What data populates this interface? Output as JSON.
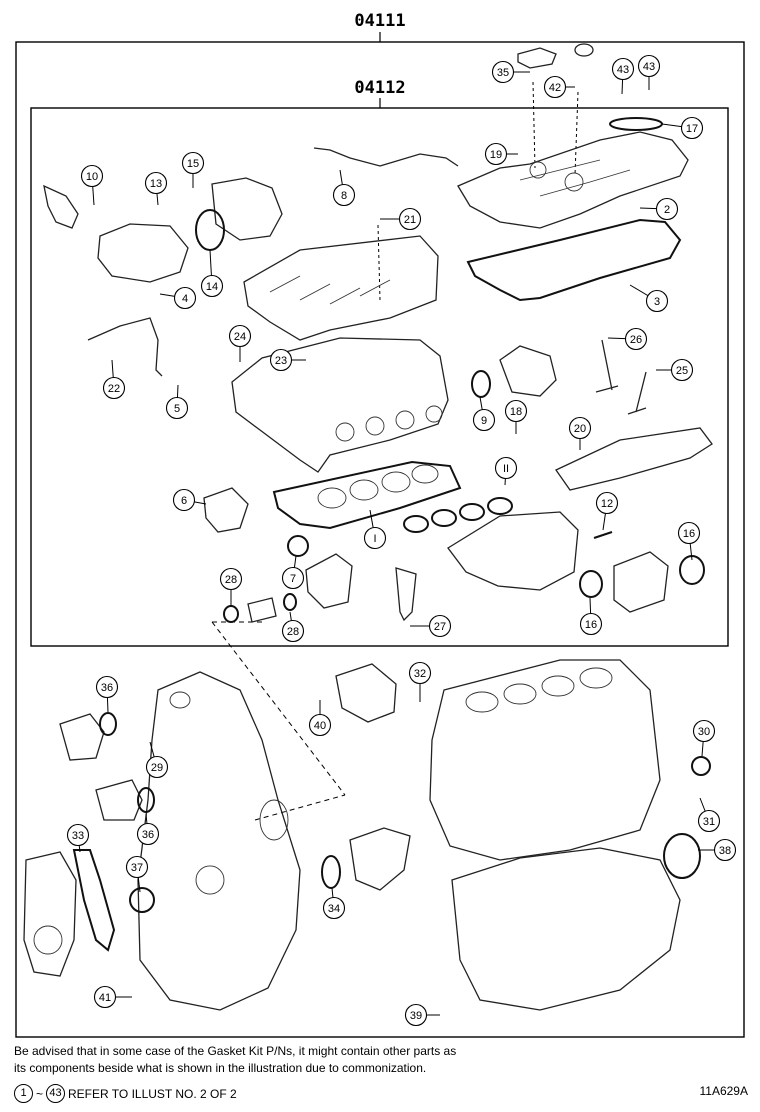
{
  "diagram": {
    "kit_outer": "04111",
    "kit_inner": "04112",
    "figure_code": "11A629A"
  },
  "notes": {
    "line1": "Be advised that in some case of the Gasket Kit P/Ns,  it might contain other parts as",
    "line2": "its components beside what is shown in the illustration due to commonization.",
    "ref_from": "1",
    "ref_tilde": "~",
    "ref_to": "43",
    "ref_text": "REFER TO ILLUST NO. 2 OF 2"
  },
  "callouts": [
    {
      "num": "1",
      "style": "roman"
    },
    {
      "num": "2"
    },
    {
      "num": "3"
    },
    {
      "num": "4"
    },
    {
      "num": "5"
    },
    {
      "num": "6"
    },
    {
      "num": "7"
    },
    {
      "num": "8"
    },
    {
      "num": "9"
    },
    {
      "num": "10"
    },
    {
      "num": "11",
      "style": "roman"
    },
    {
      "num": "12"
    },
    {
      "num": "13"
    },
    {
      "num": "14"
    },
    {
      "num": "15"
    },
    {
      "num": "16"
    },
    {
      "num": "16"
    },
    {
      "num": "17"
    },
    {
      "num": "18"
    },
    {
      "num": "19"
    },
    {
      "num": "20"
    },
    {
      "num": "21"
    },
    {
      "num": "22"
    },
    {
      "num": "23"
    },
    {
      "num": "24"
    },
    {
      "num": "25"
    },
    {
      "num": "26"
    },
    {
      "num": "27"
    },
    {
      "num": "28"
    },
    {
      "num": "28"
    },
    {
      "num": "29"
    },
    {
      "num": "30"
    },
    {
      "num": "31"
    },
    {
      "num": "32"
    },
    {
      "num": "33"
    },
    {
      "num": "34"
    },
    {
      "num": "35"
    },
    {
      "num": "36"
    },
    {
      "num": "36"
    },
    {
      "num": "37"
    },
    {
      "num": "38"
    },
    {
      "num": "39"
    },
    {
      "num": "40"
    },
    {
      "num": "41"
    },
    {
      "num": "42"
    },
    {
      "num": "43"
    },
    {
      "num": "43"
    }
  ]
}
